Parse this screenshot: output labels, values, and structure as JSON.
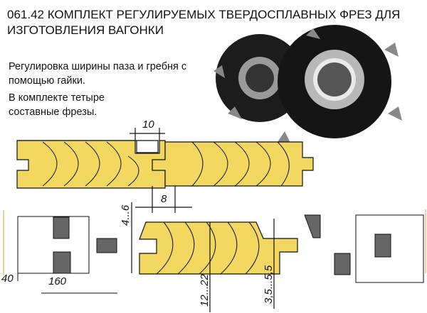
{
  "title": "061.42 КОМПЛЕКТ РЕГУЛИРУЕМЫХ ТВЕРДОСПЛАВНЫХ ФРЕЗ ДЛЯ ИЗГОТОВЛЕНИЯ ВАГОНКИ",
  "description": [
    "Регулировка ширины паза и гребня с помощью гайки.",
    "В комплекте тетыре составные фрезы."
  ],
  "dimensions": {
    "top_width": "10",
    "gap": "8",
    "groove": "4...6",
    "bore": "40",
    "diameter": "160",
    "thickness": "12...22",
    "tongue": "3,5...5,5"
  },
  "colors": {
    "wood": "#f2d860",
    "carbide": "#666666",
    "cutter_body": "#1a1a1a",
    "axis": "#f0a040"
  }
}
